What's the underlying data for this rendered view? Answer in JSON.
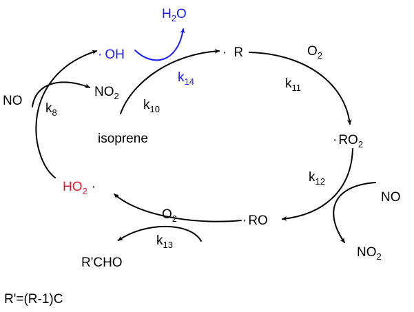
{
  "colors": {
    "black": "#000000",
    "red": "#e8192c",
    "blue": "#1a1aff"
  },
  "species": {
    "oh_dot": "·",
    "oh": "OH",
    "h2o_main": "H",
    "h2o_sub": "2",
    "h2o_end": "O",
    "r_dot": "·",
    "r": "R",
    "o2_top_main": "O",
    "o2_top_sub": "2",
    "ro2_dot": "·",
    "ro2_main": "RO",
    "ro2_sub": "2",
    "no_right": "NO",
    "no2_right_main": "NO",
    "no2_right_sub": "2",
    "ro_dot": "·",
    "ro": "RO",
    "o2_bottom_main": "O",
    "o2_bottom_sub": "2",
    "rcho": "R'CHO",
    "ho2_main": "HO",
    "ho2_sub": "2",
    "ho2_dot": "·",
    "no_left": "NO",
    "no2_left_main": "NO",
    "no2_left_sub": "2",
    "isoprene": "isoprene"
  },
  "rates": {
    "k8": {
      "main": "k",
      "sub": "8"
    },
    "k10": {
      "main": "k",
      "sub": "10"
    },
    "k11": {
      "main": "k",
      "sub": "11"
    },
    "k12": {
      "main": "k",
      "sub": "12"
    },
    "k13": {
      "main": "k",
      "sub": "13"
    },
    "k14": {
      "main": "k",
      "sub": "14"
    }
  },
  "footnote": "R'=(R-1)C"
}
